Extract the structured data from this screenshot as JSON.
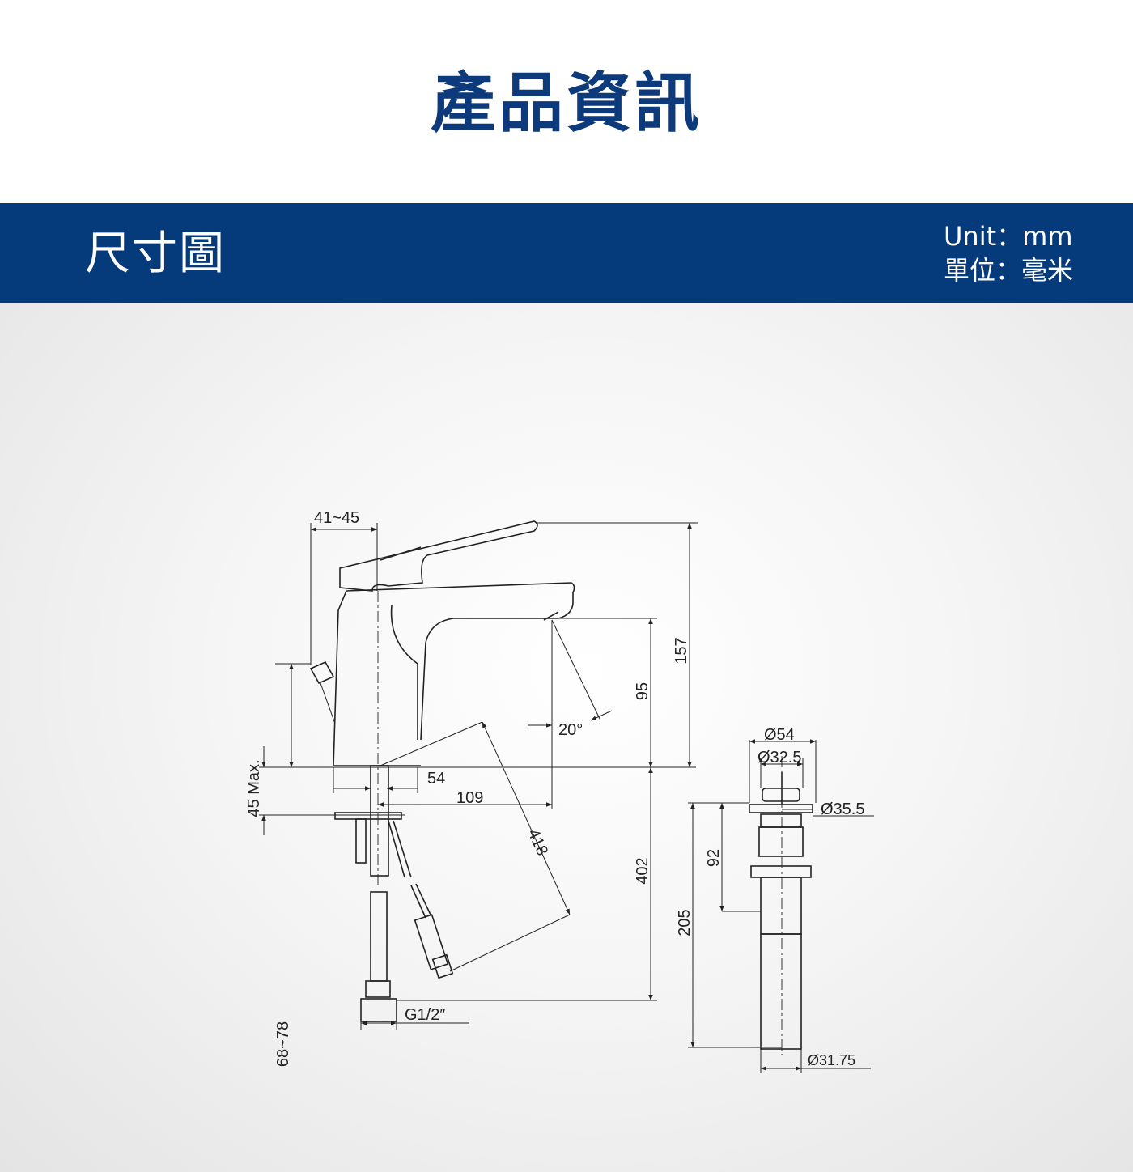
{
  "page": {
    "title": "產品資訊"
  },
  "banner": {
    "title": "尺寸圖",
    "unit_line_1": "Unit：mm",
    "unit_line_2": "單位：毫米",
    "background_color": "#053a7b",
    "title_color": "#0d3a7a"
  },
  "drawing": {
    "faucet": {
      "handle_offset": "41~45",
      "lever_setback": "68~78",
      "deck_thickness": "45 Max.",
      "base_depth": "54",
      "spout_reach": "109",
      "spout_angle": "20°",
      "spout_height": "95",
      "total_height": "157",
      "hose_length": "418",
      "hose_total": "402",
      "thread": "G1/2″"
    },
    "drain": {
      "cap_dia": "Ø54",
      "inner_dia": "Ø32.5",
      "flange_dia": "Ø35.5",
      "height_upper": "92",
      "height_total": "205",
      "tail_dia": "Ø31.75"
    }
  }
}
